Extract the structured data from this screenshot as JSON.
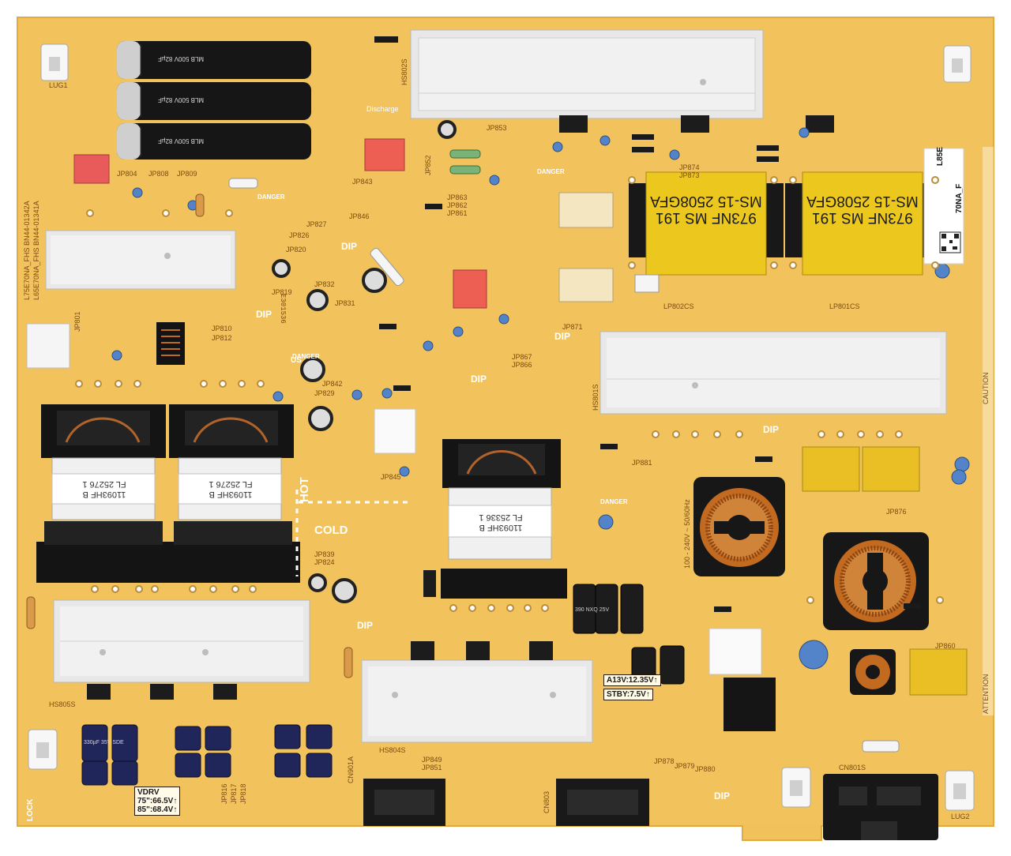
{
  "board": {
    "colors": {
      "pcb": "#f1c15a",
      "pcb_edge": "#f6d27a",
      "heatsink": "#e6e6e6",
      "transformer_core": "#ecc81f",
      "black_component": "#141414",
      "white_panel": "#ffffff",
      "copper": "#c26a20",
      "blue_cap": "#4f7ec6",
      "bg": "#ffffff"
    },
    "silk": {
      "dip_1": "DIP",
      "dip_2": "DIP",
      "dip_3": "DIP",
      "dip_4": "DIP",
      "dip_5": "DIP",
      "dip_6": "DIP",
      "dip_7": "DIP",
      "hot": "HOT",
      "cold": "COLD",
      "lock": "LOCK",
      "danger_1": "DANGER",
      "danger_2": "DANGER",
      "danger_3": "DANGER",
      "danger_4": "DANGER",
      "discharge": "Discharge",
      "us": "US",
      "vdrv_title": "VDRV",
      "vdrv_75": "75\":66.5V↑",
      "vdrv_85": "85\":68.4V↑",
      "a13v": "A13V:12.35V↑",
      "stby": "STBY:7.5V↑",
      "model_1": "L75E70NA_FHS BN44-01342A",
      "model_2": "L65E70NA_FHS BN44-01341A",
      "l85e": "L85E",
      "part": "70NA_F",
      "attention": "ATTENTION",
      "caution": "CAUTION",
      "e301536": "E301536",
      "fusing": "100 - 240V ~ 50/60Hz",
      "hs_1": "HS805S",
      "hs_2": "HS804S",
      "hs_3": "HS801S",
      "hs_4": "HS802S",
      "lp_1": "LP802CS",
      "lp_2": "LP801CS",
      "cn_1": "CN801S",
      "cn_2": "CN901A",
      "cn_3": "CN803",
      "lug_1": "LUG1",
      "lug_2": "LUG2",
      "jp_list": [
        "JP804",
        "JP808",
        "JP809",
        "JP819",
        "JP820",
        "JP826",
        "JP827",
        "JP831",
        "JP832",
        "JP843",
        "JP846",
        "JP853",
        "JP852",
        "JP863",
        "JP862",
        "JP861",
        "JP867",
        "JP866",
        "JP871",
        "JP874",
        "JP873",
        "JP881",
        "JP876",
        "JP860",
        "JP849",
        "JP851",
        "JP878",
        "JP879",
        "JP880",
        "JP839",
        "JP824",
        "JP845",
        "JP842",
        "JP829",
        "JP801",
        "JP810",
        "JP812",
        "JP817",
        "JP818",
        "JP816"
      ]
    },
    "transformers": {
      "t1_line1": "973NF MS 191",
      "t1_line2": "MS-15 2508GFA",
      "t2_line1": "973NF MS 191",
      "t2_line2": "MS-15 2508GFA"
    },
    "white_transformers": {
      "w1": "11093HF B",
      "w1b": "FL 25276 1",
      "w2": "11093HF B",
      "w2b": "FL 25276 1",
      "w3": "11093HF B",
      "w3b": "FL 25336 1"
    },
    "caps": {
      "big_cap_1": "MLB 500V 82µF",
      "big_cap_2": "MLB 500V 82µF",
      "big_cap_3": "MLB 500V 82µF",
      "small_cap": "390 NXQ 25V",
      "blue_cap": "330µF 35V SDE"
    }
  }
}
